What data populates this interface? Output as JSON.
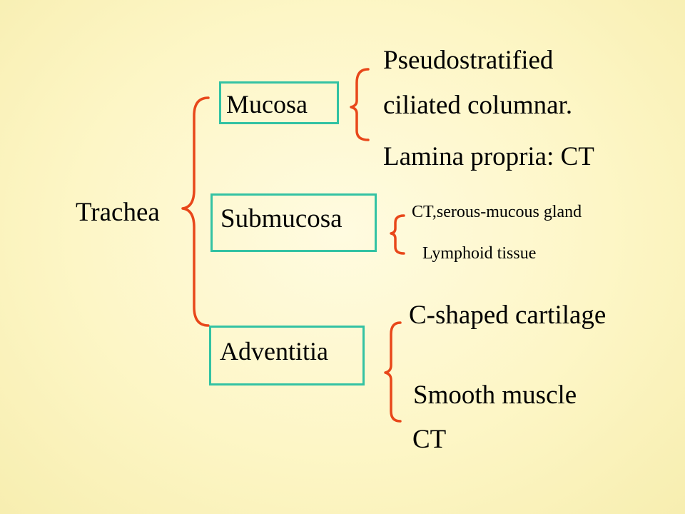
{
  "root": {
    "label": "Trachea"
  },
  "layers": [
    {
      "label": "Mucosa"
    },
    {
      "label": "Submucosa"
    },
    {
      "label": "Adventitia"
    }
  ],
  "details": {
    "mucosa": [
      "Pseudostratified",
      "ciliated columnar.",
      "Lamina propria: CT"
    ],
    "submucosa": [
      "CT,serous-mucous gland",
      "Lymphoid tissue"
    ],
    "adventitia": [
      "C-shaped cartilage",
      "Smooth muscle",
      "CT"
    ]
  },
  "colors": {
    "background": "#fdf6c6",
    "box_border": "#33c2a3",
    "bracket": "#e8471a"
  }
}
